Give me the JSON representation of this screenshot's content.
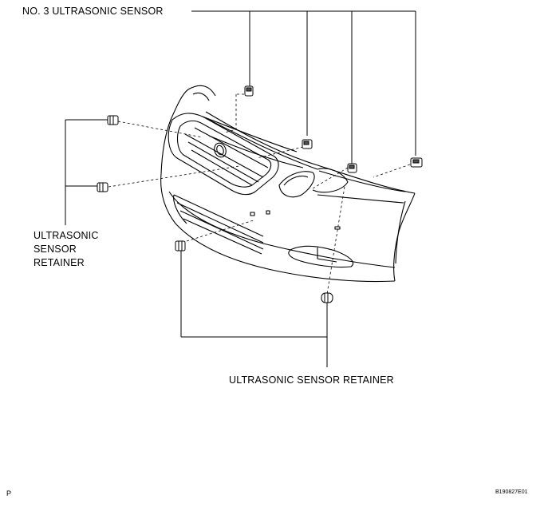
{
  "labels": {
    "top": "NO. 3 ULTRASONIC SENSOR",
    "left_lines": [
      "ULTRASONIC",
      "SENSOR",
      "RETAINER"
    ],
    "bottom": "ULTRASONIC SENSOR RETAINER"
  },
  "footer": {
    "corner": "P",
    "figure_id": "B190827E01"
  }
}
